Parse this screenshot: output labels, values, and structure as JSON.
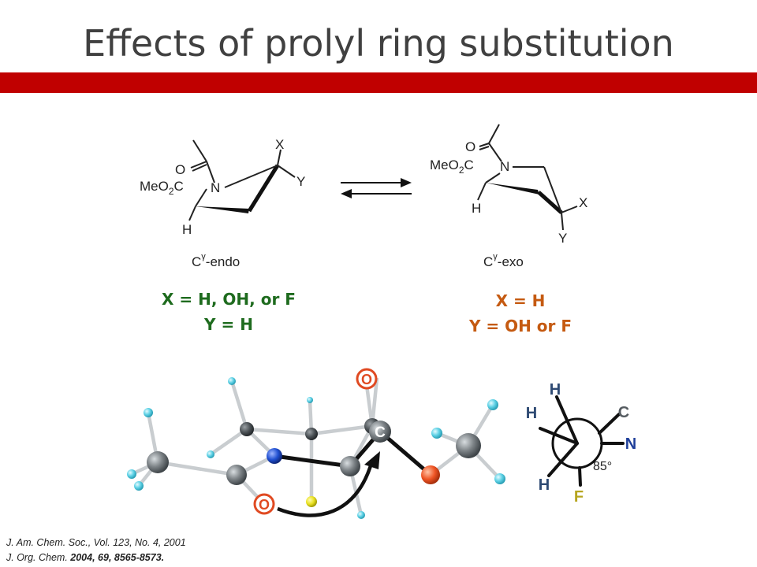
{
  "slide": {
    "title": "Effects of prolyl ring substitution",
    "accent_color": "#c00000"
  },
  "scheme": {
    "endo": {
      "ester": "MeO",
      "ester_sub": "2",
      "ester_tail": "C",
      "carbonyl_o": "O",
      "n": "N",
      "h": "H",
      "x": "X",
      "y": "Y",
      "label_main": "C",
      "label_sup": "γ",
      "label_tail": "-endo"
    },
    "exo": {
      "ester": "MeO",
      "ester_sub": "2",
      "ester_tail": "C",
      "carbonyl_o": "O",
      "n": "N",
      "h": "H",
      "x": "X",
      "y": "Y",
      "label_main": "C",
      "label_sup": "γ",
      "label_tail": "-exo"
    }
  },
  "conditions": {
    "left": {
      "line1": "X = H, OH, or F",
      "line2": "Y = H",
      "color": "#1e6b1e"
    },
    "right": {
      "line1": "X = H",
      "line2": "Y = OH or F",
      "color": "#c55a11"
    }
  },
  "model": {
    "o_left": "O",
    "o_top": "O",
    "c_label": "C"
  },
  "newman": {
    "h_top": "H",
    "h_left": "H",
    "c_right": "C",
    "n_right": "N",
    "h_bottom": "H",
    "f_bottom": "F",
    "angle": "85°"
  },
  "references": {
    "ref1": "J. Am. Chem. Soc., Vol. 123, No. 4, 2001",
    "ref2_journal": "J. Org. Chem.",
    "ref2_detail": "2004, 69, 8565-8573."
  }
}
